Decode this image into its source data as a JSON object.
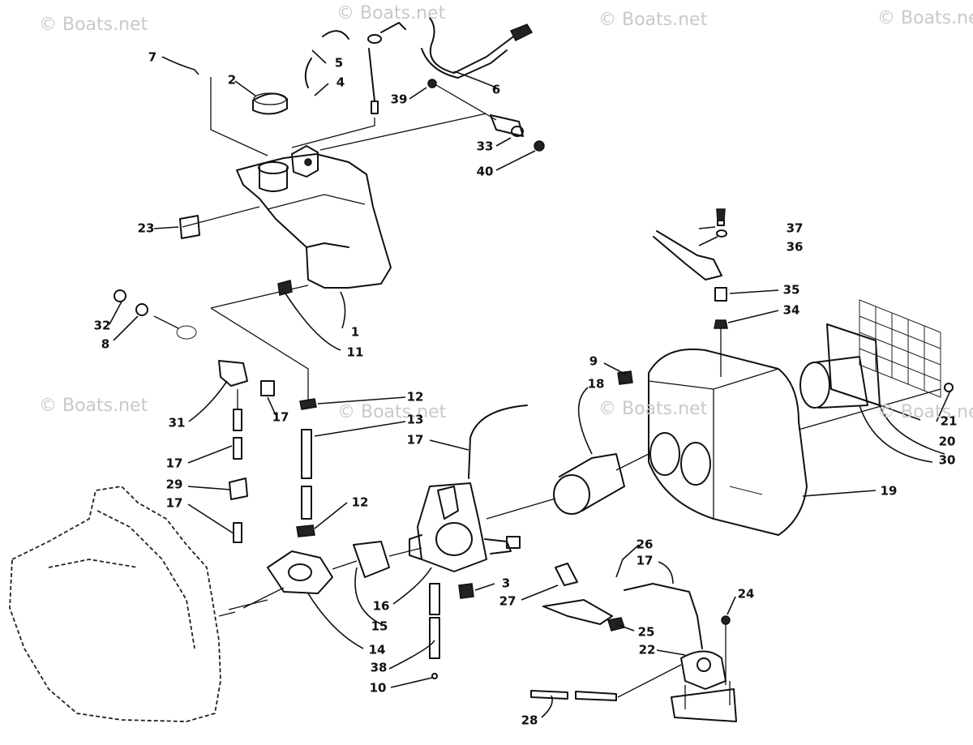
{
  "watermark": "© Boats.net",
  "callouts": [
    "1",
    "2",
    "3",
    "4",
    "5",
    "6",
    "7",
    "8",
    "9",
    "10",
    "11",
    "12",
    "12",
    "13",
    "14",
    "15",
    "16",
    "17",
    "17",
    "17",
    "17",
    "17",
    "18",
    "19",
    "20",
    "21",
    "22",
    "23",
    "24",
    "25",
    "26",
    "27",
    "28",
    "29",
    "30",
    "31",
    "32",
    "33",
    "34",
    "35",
    "36",
    "37",
    "38",
    "39",
    "40"
  ]
}
